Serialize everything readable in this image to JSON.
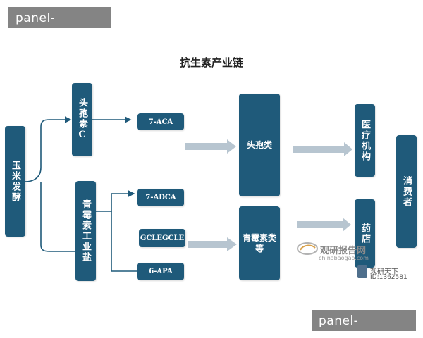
{
  "watermark": {
    "top": "panel-yuyan.com",
    "bottom": "panel-yuyan.com"
  },
  "title": "抗生素产业链",
  "nodes": {
    "corn": "玉米发酵",
    "cephalosporin_c": "头孢素C",
    "penicillin_industrial": "青霉素工业盐",
    "aca": "7-ACA",
    "adca": "7-ADCA",
    "gclegcle": "GCLEGCLE",
    "apa": "6-APA",
    "cephalosporins": "头孢类",
    "penicillins": "青霉素类等",
    "medical": "医疗机构",
    "pharmacy": "药店",
    "consumer": "消费者"
  },
  "logo": {
    "name": "观研报告网",
    "url": "chinabaogao.com",
    "sub": "观研天下",
    "id": "ID:1362581"
  },
  "colors": {
    "box": "#1f5a7a",
    "connector": "#1f5a7a",
    "big_arrow": "#b7c5d0"
  }
}
